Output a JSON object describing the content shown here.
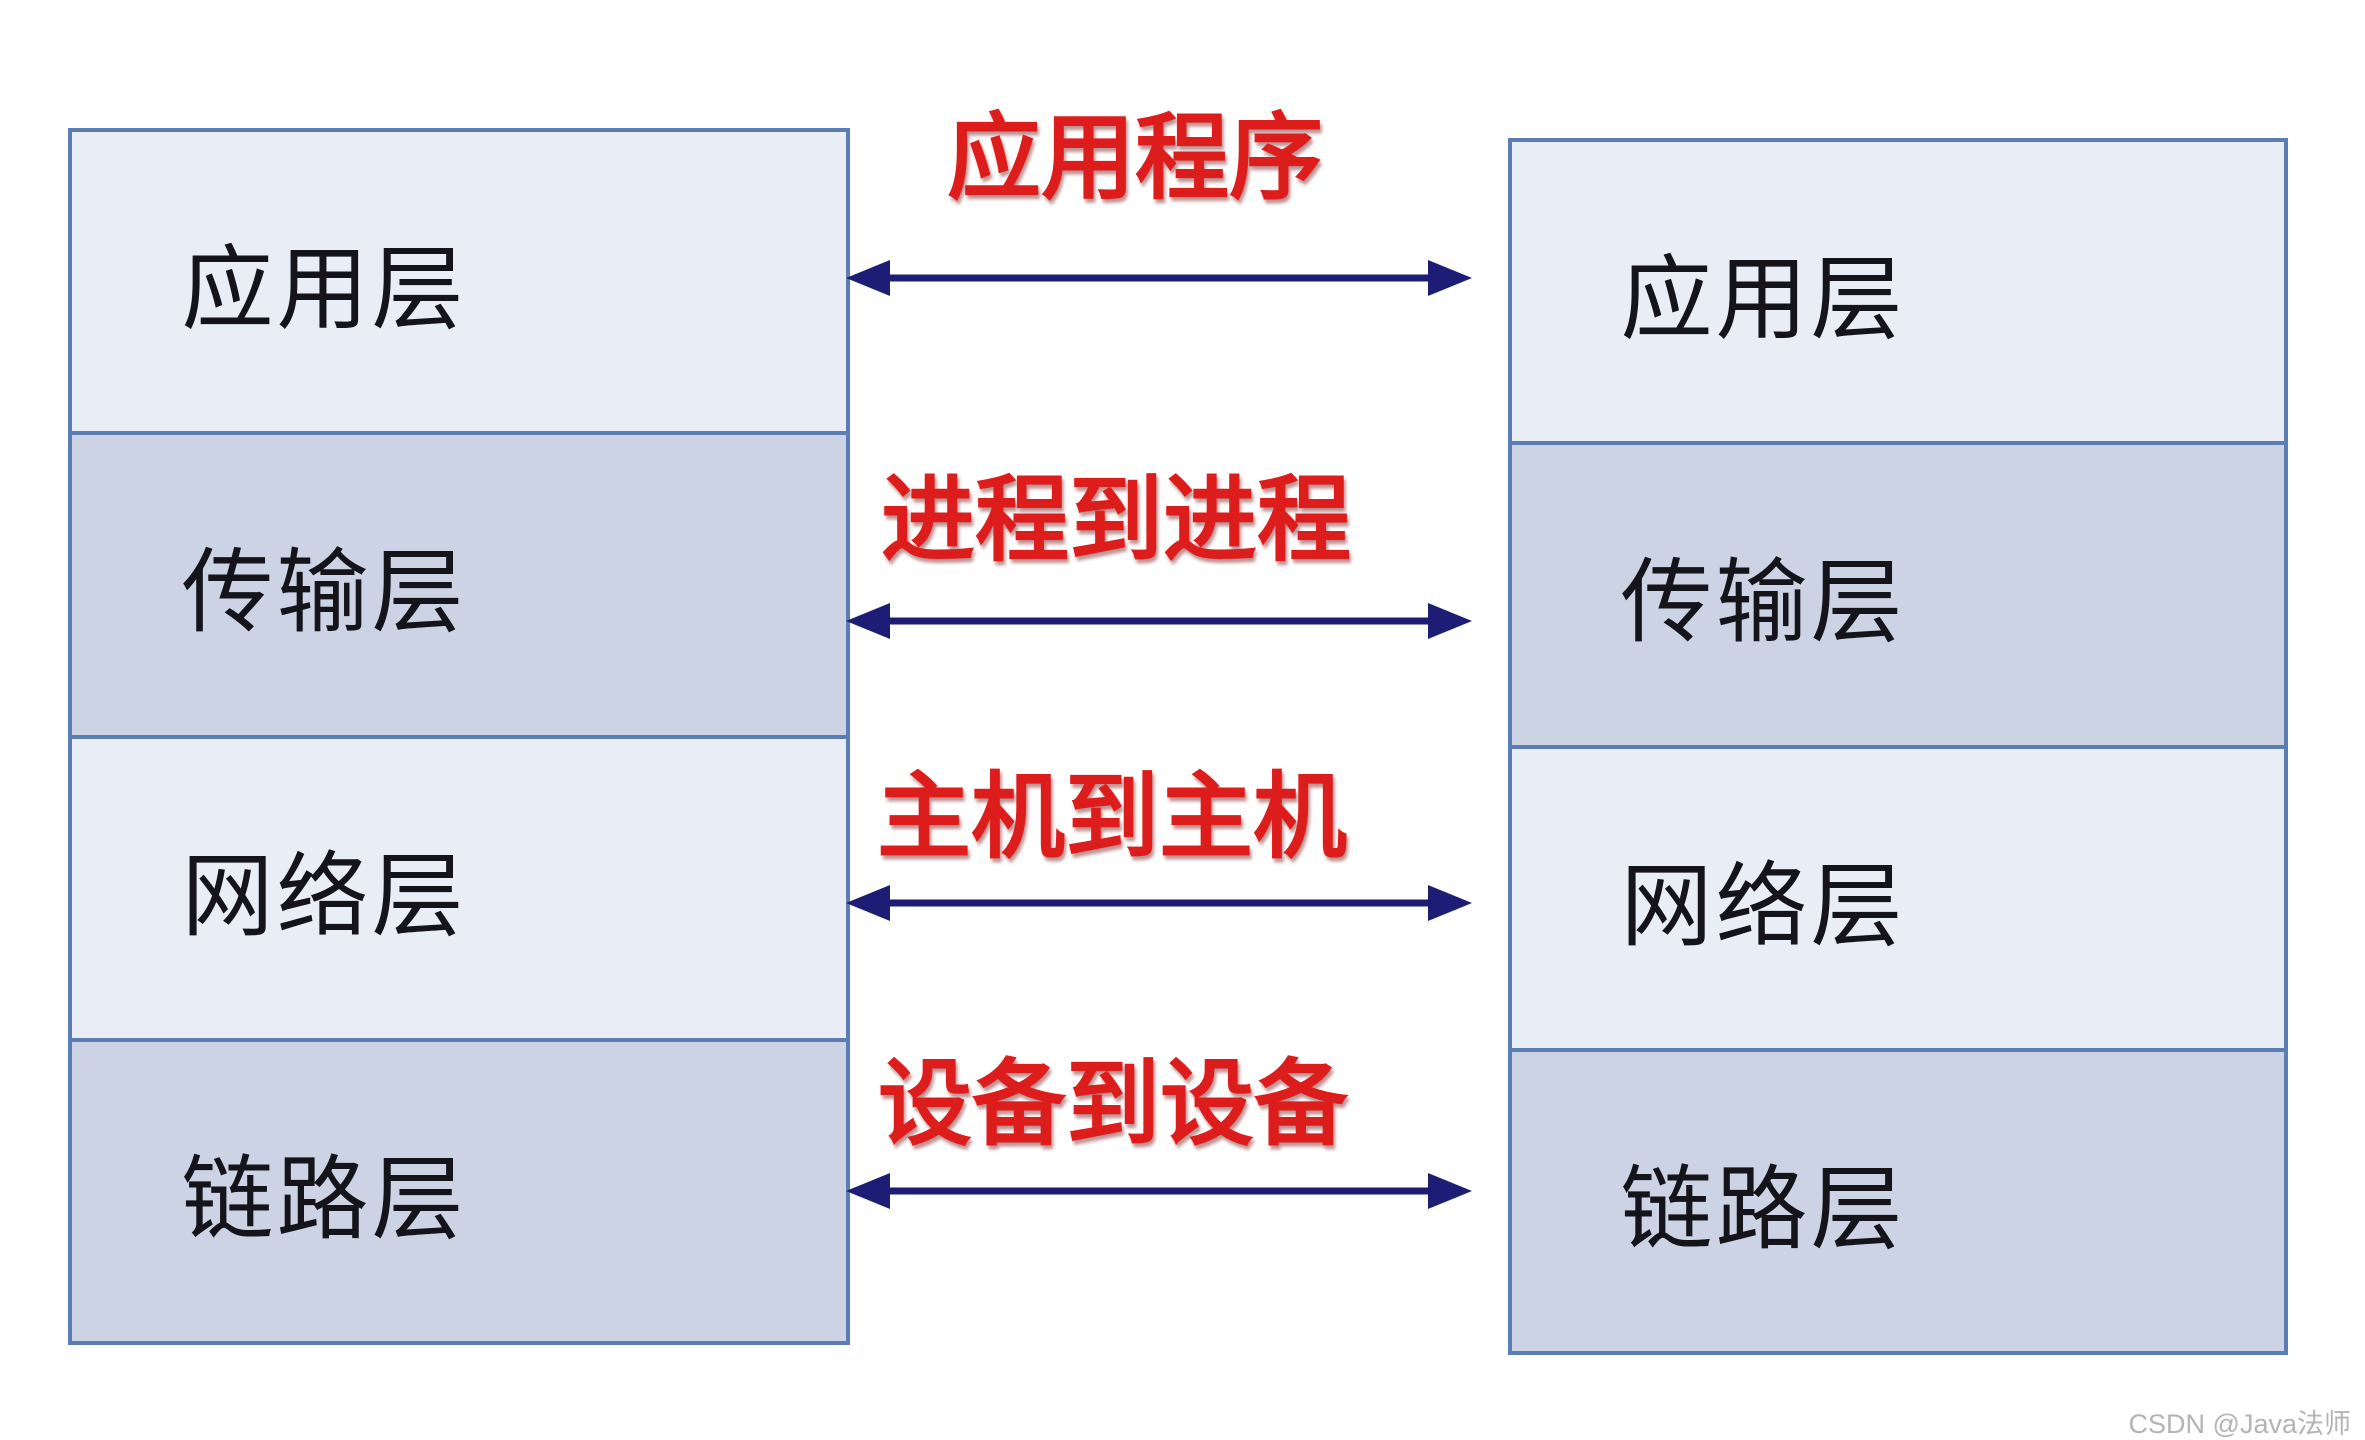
{
  "diagram": {
    "left_stack": {
      "layers": [
        {
          "label": "应用层"
        },
        {
          "label": "传输层"
        },
        {
          "label": "网络层"
        },
        {
          "label": "链路层"
        }
      ]
    },
    "right_stack": {
      "layers": [
        {
          "label": "应用层"
        },
        {
          "label": "传输层"
        },
        {
          "label": "网络层"
        },
        {
          "label": "链路层"
        }
      ]
    },
    "channels": [
      {
        "label": "应用程序"
      },
      {
        "label": "进程到进程"
      },
      {
        "label": "主机到主机"
      },
      {
        "label": "设备到设备"
      }
    ],
    "colors": {
      "layer_light": "#e9edf6",
      "layer_dark": "#ccd3e4",
      "stack_border": "#5b7db3",
      "arrow_navy": "#1d1d75",
      "label_red": "#dd1c1c",
      "watermark_gray": "#b4b4b4"
    },
    "watermark": "CSDN @Java法师"
  }
}
